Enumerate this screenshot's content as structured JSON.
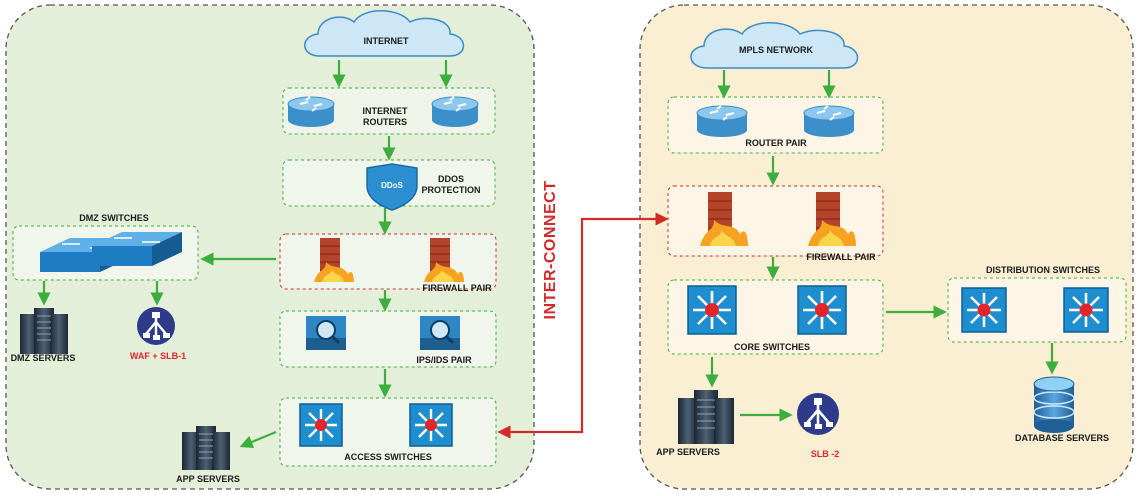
{
  "left": {
    "internet": "INTERNET",
    "internet_routers": "INTERNET ROUTERS",
    "ddos_badge": "DDoS",
    "ddos_protection": "DDOS PROTECTION",
    "dmz_switches": "DMZ SWITCHES",
    "firewall_pair": "FIREWALL PAIR",
    "dmz_servers": "DMZ SERVERS",
    "waf_slb": "WAF + SLB-1",
    "ips_ids_pair": "IPS/IDS  PAIR",
    "access_switches": "ACCESS SWITCHES",
    "app_servers": "APP SERVERS"
  },
  "interconnect": "INTER-CONNECT",
  "right": {
    "mpls_network": "MPLS NETWORK",
    "router_pair": "ROUTER PAIR",
    "firewall_pair": "FIREWALL PAIR",
    "core_switches": "CORE  SWITCHES",
    "distribution_switches": "DISTRIBUTION SWITCHES",
    "app_servers": "APP SERVERS",
    "slb2": "SLB -2",
    "database_servers": "DATABASE SERVERS"
  },
  "colors": {
    "left_zone_fill": "#e3efd9",
    "right_zone_fill": "#fbefd3",
    "flow_arrow": "#3dae3d",
    "interconnect_line": "#d42a2a",
    "cloud": "#cde7f7",
    "router": "#5ba7d8",
    "switch": "#1e7cc2",
    "firewall": "#e25822",
    "loadbalancer": "#2d3b8a"
  },
  "icons": [
    "cloud-icon",
    "router-icon",
    "ddos-shield-icon",
    "switch-icon",
    "firewall-icon",
    "ips-icon",
    "multilayer-switch-icon",
    "server-rack-icon",
    "load-balancer-icon",
    "database-icon"
  ]
}
